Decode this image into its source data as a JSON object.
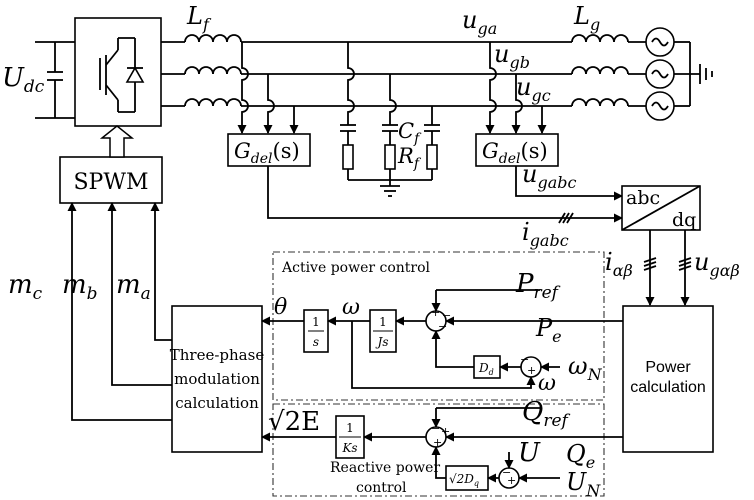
{
  "source": {
    "label": "U",
    "sub": "dc"
  },
  "filter": {
    "Lf": {
      "main": "L",
      "sub": "f"
    },
    "Lg": {
      "main": "L",
      "sub": "g"
    },
    "Cf": {
      "main": "C",
      "sub": "f"
    },
    "Rf": {
      "main": "R",
      "sub": "f"
    }
  },
  "grid_voltages": {
    "ua": {
      "main": "u",
      "sub": "ga"
    },
    "ub": {
      "main": "u",
      "sub": "gb"
    },
    "uc": {
      "main": "u",
      "sub": "gc"
    }
  },
  "delay_blocks": {
    "main": "G",
    "sub": "del",
    "arg": "(s)"
  },
  "signals": {
    "u_gabc": {
      "main": "u",
      "sub": "gabc"
    },
    "i_gabc": {
      "main": "i",
      "sub": "gabc"
    },
    "i_alphabeta": {
      "main": "i",
      "sub": "αβ"
    },
    "u_galphabeta": {
      "main": "u",
      "sub": "gαβ"
    }
  },
  "transform": {
    "top": "abc",
    "bottom": "dq"
  },
  "spwm": "SPWM",
  "modulation_signals": {
    "mc": {
      "main": "m",
      "sub": "c"
    },
    "mb": {
      "main": "m",
      "sub": "b"
    },
    "ma": {
      "main": "m",
      "sub": "a"
    }
  },
  "modulation_block": [
    "Three-phase",
    "modulation",
    "calculation"
  ],
  "power_block": [
    "Power",
    "calculation"
  ],
  "active_control": {
    "title": "Active power control",
    "theta": "θ",
    "omega": "ω",
    "omega_fb": "ω",
    "integrator": {
      "num": "1",
      "den": "s"
    },
    "inertia": {
      "num": "1",
      "den": "Js"
    },
    "P_ref": {
      "main": "P",
      "sub": "ref"
    },
    "P_e": {
      "main": "P",
      "sub": "e"
    },
    "damping": {
      "main": "D",
      "sub": "d"
    },
    "omega_N": {
      "main": "ω",
      "sub": "N"
    }
  },
  "reactive_control": {
    "title_line1": "Reactive power",
    "title_line2": "control",
    "E_out": "√2E",
    "gain": {
      "num": "1",
      "den": "Ks"
    },
    "Q_ref": {
      "main": "Q",
      "sub": "ref"
    },
    "Q_e": {
      "main": "Q",
      "sub": "e"
    },
    "droop": {
      "main": "√2D",
      "sub": "q"
    },
    "U": "U",
    "U_N": {
      "main": "U",
      "sub": "N"
    }
  },
  "sum_signs": {
    "plus": "+",
    "minus": "−"
  }
}
